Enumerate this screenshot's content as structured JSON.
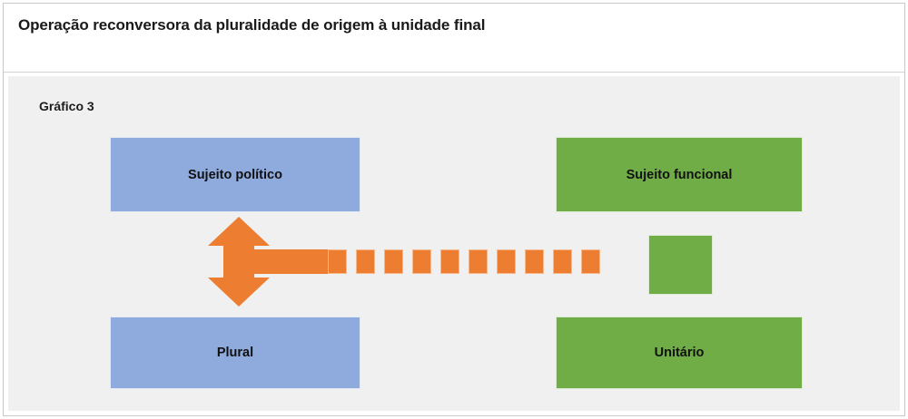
{
  "header": {
    "title": "Operação reconversora da pluralidade de origem à unidade final"
  },
  "diagram": {
    "caption": "Gráfico 3",
    "colors": {
      "blue": "#8FAADC",
      "green": "#70AD47",
      "orange": "#ED7D31",
      "canvas": "#f0f0f0",
      "border": "#c9c9c9",
      "text": "#111111"
    },
    "nodes": [
      {
        "id": "sujeito-politico",
        "label": "Sujeito político",
        "color": "blue"
      },
      {
        "id": "sujeito-funcional",
        "label": "Sujeito funcional",
        "color": "green"
      },
      {
        "id": "plural",
        "label": "Plural",
        "color": "blue"
      },
      {
        "id": "unitario",
        "label": "Unitário",
        "color": "green"
      }
    ],
    "connectors": {
      "arrow": {
        "name": "double-headed-vertical-arrow",
        "orientation": "vertical-bidirectional-with-horizontal-tail",
        "color": "#ED7D31"
      },
      "dashed_trail": {
        "name": "dashed-orange-trail",
        "segments": 10,
        "color": "#ED7D31"
      },
      "marker": {
        "name": "green-square-marker",
        "color": "#70AD47"
      }
    }
  }
}
